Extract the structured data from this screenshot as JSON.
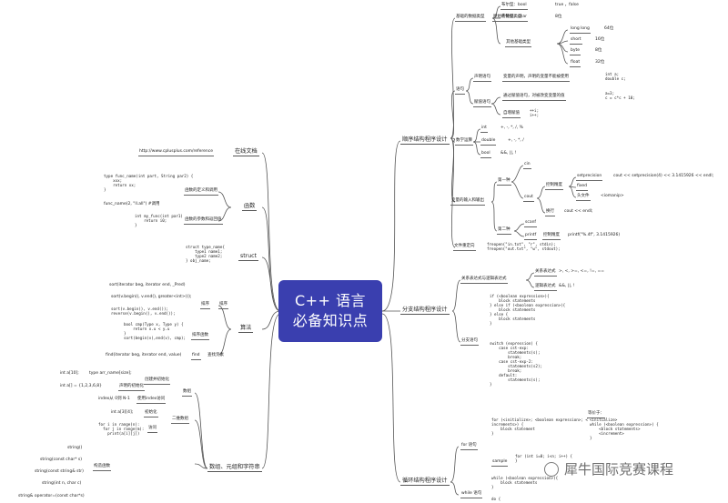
{
  "center": {
    "line1": "C++ 语言",
    "line2": "必备知识点"
  },
  "watermark": "犀牛国际竞赛课程",
  "right": {
    "seq": {
      "title": "顺序结构程序设计",
      "types": {
        "label": "基础的数据类型",
        "sub": "原始的数据类型",
        "bool": "布尔型：bool",
        "bool_v": "true ，false",
        "char": "字符型：char",
        "char_v": "8位",
        "int_label": "其他基础类型",
        "ints": [
          {
            "name": "long long",
            "bits": "64位"
          },
          {
            "name": "short",
            "bits": "16位"
          },
          {
            "name": "byte",
            "bits": "8位"
          },
          {
            "name": "float",
            "bits": "32位"
          }
        ]
      },
      "stmt": {
        "label": "语句",
        "decl": "声明语句",
        "decl_d": "变量的声明，声明的变量不能被使用",
        "decl_c": "int a;\ndouble c;",
        "assign": "赋值语句",
        "assign_d": "通过赋值语句，对被改变变量的值",
        "assign_c": "a=3;\nc = c*c + 10;",
        "incr": "自增赋值",
        "incr_c": "++i;\ni++;"
      },
      "ops": {
        "label": "数学运算",
        "int": "int",
        "int_o": "+, -, *, /, %",
        "double": "double",
        "double_o": "+, -, *, /",
        "bool": "bool",
        "bool_o": "&&, ||, !"
      },
      "io": {
        "label": "变量的输入和输出",
        "first": "第一种",
        "cin": "cin",
        "cout": "cout",
        "ctrl": "控制精度",
        "setp": "setprecision",
        "setp_c": "cout << setprecision(4) << 3.1415926 << endl;",
        "fixed": "fixed",
        "header": "头文件",
        "header_v": "<iomanip>",
        "endl": "换行",
        "endl_c": "cout << endl;",
        "second": "第二种",
        "scanf": "scanf",
        "printf": "printf",
        "printf_ctrl": "控制精度",
        "printf_c": "printf(\"%.4f\", 3.1415926)"
      },
      "file": {
        "label": "文件重定向",
        "code": "freopen(\"in.txt\", \"r\", stdin);\nfreopen(\"out.txt\", \"w\", stdout);"
      }
    },
    "branch": {
      "title": "分支结构程序设计",
      "rel": {
        "label": "关系表达式与逻辑表达式",
        "r1": "关系表达式",
        "r1v": ">, <, >=, <=, !=, ==",
        "r2": "逻辑表达式",
        "r2v": "&&, ||, !"
      },
      "sel": {
        "label": "分支语句",
        "if_code": "if (<boolean expression>){\n    block statements\n} else if (<boolean expression>){\n    block statements\n} else {\n    block statements\n}",
        "switch_code": "switch (expression) {\n    case cst-exp:\n        statements(s);\n        break;\n    case cst-exp-2:\n        statements(s2);\n        break;\n    default:\n        statements(s);\n}"
      }
    },
    "loop": {
      "title": "循环结构程序设计",
      "for": "for 语句",
      "for_code": "for (<initialize>; <boolean expression>; <\nincrements>) {\n    block statement\n}",
      "equiv": "等价于：",
      "equiv_code": "<initialize>\nwhile (<boolean expression>) {\n    <block statements>\n    <increment>\n}",
      "sample": "sample",
      "sample_code": "for (int i=0; i<n; i++) {\n}",
      "while": "while 语句",
      "while_code": "while (<boolean expression>){\n    block statements\n}",
      "do": "do {"
    }
  },
  "left": {
    "docs": {
      "title": "在线文档",
      "url": "http://www.cplusplus.com/reference"
    },
    "func": {
      "title": "函数",
      "def": "函数的定义和调用",
      "def_code": "type func_name(int part, String par2) {\n    xxx;\n    return xx;\n}",
      "call_code": "func_name(2, \"ll.all\") #调用",
      "ptr": "函数的参数和返回值",
      "ptr_code": "int my_func(int par1)\n    return i0;\n}"
    },
    "struct": {
      "title": "struct",
      "code": "struct type_name{\n    type1 name1;\n    type2 name2;\n} obj_name;"
    },
    "algo": {
      "title": "算法",
      "sort": "排序",
      "sort_l": "排序",
      "s1": "sort(iterator beg, iterator end, _Pred)",
      "s2": "sort(v.begin(), v.end(), greater<int>());",
      "s3": "sort(v.begin(), v.end());\nreverse(v.begin(), v.end());",
      "cmp": "bool cmp(Type x, Type y) {\n    return x.u < y.u\n}\nsort(begin(v),end(v), cmp);",
      "cmp_l": "排序函数",
      "find": "find(iterator beg, iterator end, value)",
      "find_l": "find",
      "find_d": "查找元素"
    },
    "array": {
      "title": "数组、元组和字符串",
      "arr": "数组",
      "a1": "int a[10];",
      "a1_d": "type arr_name[size];",
      "a1_l": "创建并初始化",
      "a2": "int a[] = {1,2,3,6,8}",
      "a2_l": "声明的初始化",
      "a3": "index从 0到 N-1",
      "a3_d": "使用index访问",
      "two": "二维数组",
      "t1": "int a[3][4];",
      "t1_l": "初始化",
      "t2": "for i in range(n):\n  for j in range(m):\n    print(a[i][j])",
      "t2_l": "访问",
      "str": "构造函数",
      "c1": "string()",
      "c2": "string(const char* s)",
      "c3": "string(const string& str)",
      "c4": "string(int n, char c)",
      "op": "string& operator=(const char*s)"
    }
  }
}
